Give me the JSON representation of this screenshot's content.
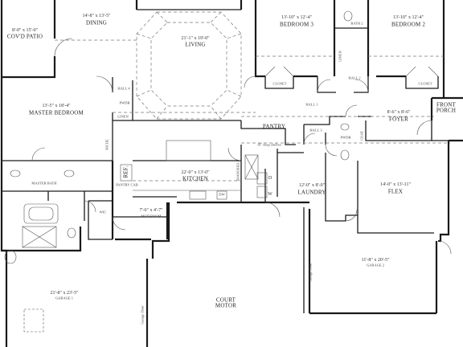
{
  "rooms": {
    "covd_patio": {
      "name": "COV'D PATIO",
      "dims": "8'-0\" x 15'-0\""
    },
    "dining": {
      "name": "DINING",
      "dims": "14'-8\" x 13'-5\""
    },
    "living": {
      "name": "LIVING",
      "dims": "21'-1\" x 19'-0\""
    },
    "bedroom3": {
      "name": "BEDROOM 3",
      "dims": "13'-10\" x 12'-4\""
    },
    "bath2_upper": {
      "name": "BATH 2"
    },
    "bedroom2": {
      "name": "BEDROOM 2",
      "dims": "13'-10\" x 12'-4\""
    },
    "hall4": {
      "name": "HALL 4"
    },
    "closet_left": {
      "name": "CLOSET"
    },
    "hall2": {
      "name": "HALL 2"
    },
    "closet_right": {
      "name": "CLOSET"
    },
    "master_bedroom": {
      "name": "MASTER BEDROOM",
      "dims": "13'-5\" x 18'-4\""
    },
    "hall1": {
      "name": "HALL 1"
    },
    "front_porch": {
      "name": "FRONT\nPORCH"
    },
    "foyer": {
      "name": "FOYER",
      "dims": "8'-6\" x 8'-6\""
    },
    "pantry": {
      "name": "PANTRY"
    },
    "hall3": {
      "name": "HALL 3"
    },
    "pwdr": {
      "name": "PWDR"
    },
    "kitchen": {
      "name": "KITCHEN",
      "dims": "22'-0\" x 13'-0\""
    },
    "laundry": {
      "name": "LAUNDRY",
      "dims": "12'-0\" x 8'-0\""
    },
    "flex": {
      "name": "FLEX",
      "dims": "14'-0\" x 13'-11\""
    },
    "master_bath": {
      "name": "MASTER BATH"
    },
    "wic": {
      "name": "WIC"
    },
    "mud_room": {
      "name": "MUD ROOM",
      "dims": "7'-6\" x 4'-7\""
    },
    "court_motor": {
      "name": "COURT\nMOTOR"
    },
    "garage2": {
      "name": "GARAGE 2",
      "dims": "11'-8\" x 20'-5\""
    },
    "garage1": {
      "name": "GARAGE 1",
      "dims": "21'-8\" x 23'-5\""
    }
  },
  "fixtures": {
    "linen_master": "LINEN",
    "linen_hall2": "LINEN",
    "niche": "NICHE",
    "fridge": "REF.",
    "pantry_cab": "PANTRY CAB",
    "pwdr_cab": "PWDR",
    "deep_shelves": "16\" deep shelves",
    "bookshelf": "BOOKSHELF",
    "dw": "DW",
    "washer": "W",
    "dryer": "D",
    "coat": "COAT",
    "garage_door_right": "Garage Door",
    "garage_door_left": "Garage Door"
  },
  "colors": {
    "wall": "#1a1a1a",
    "dash": "#777777",
    "thin": "#555555"
  }
}
